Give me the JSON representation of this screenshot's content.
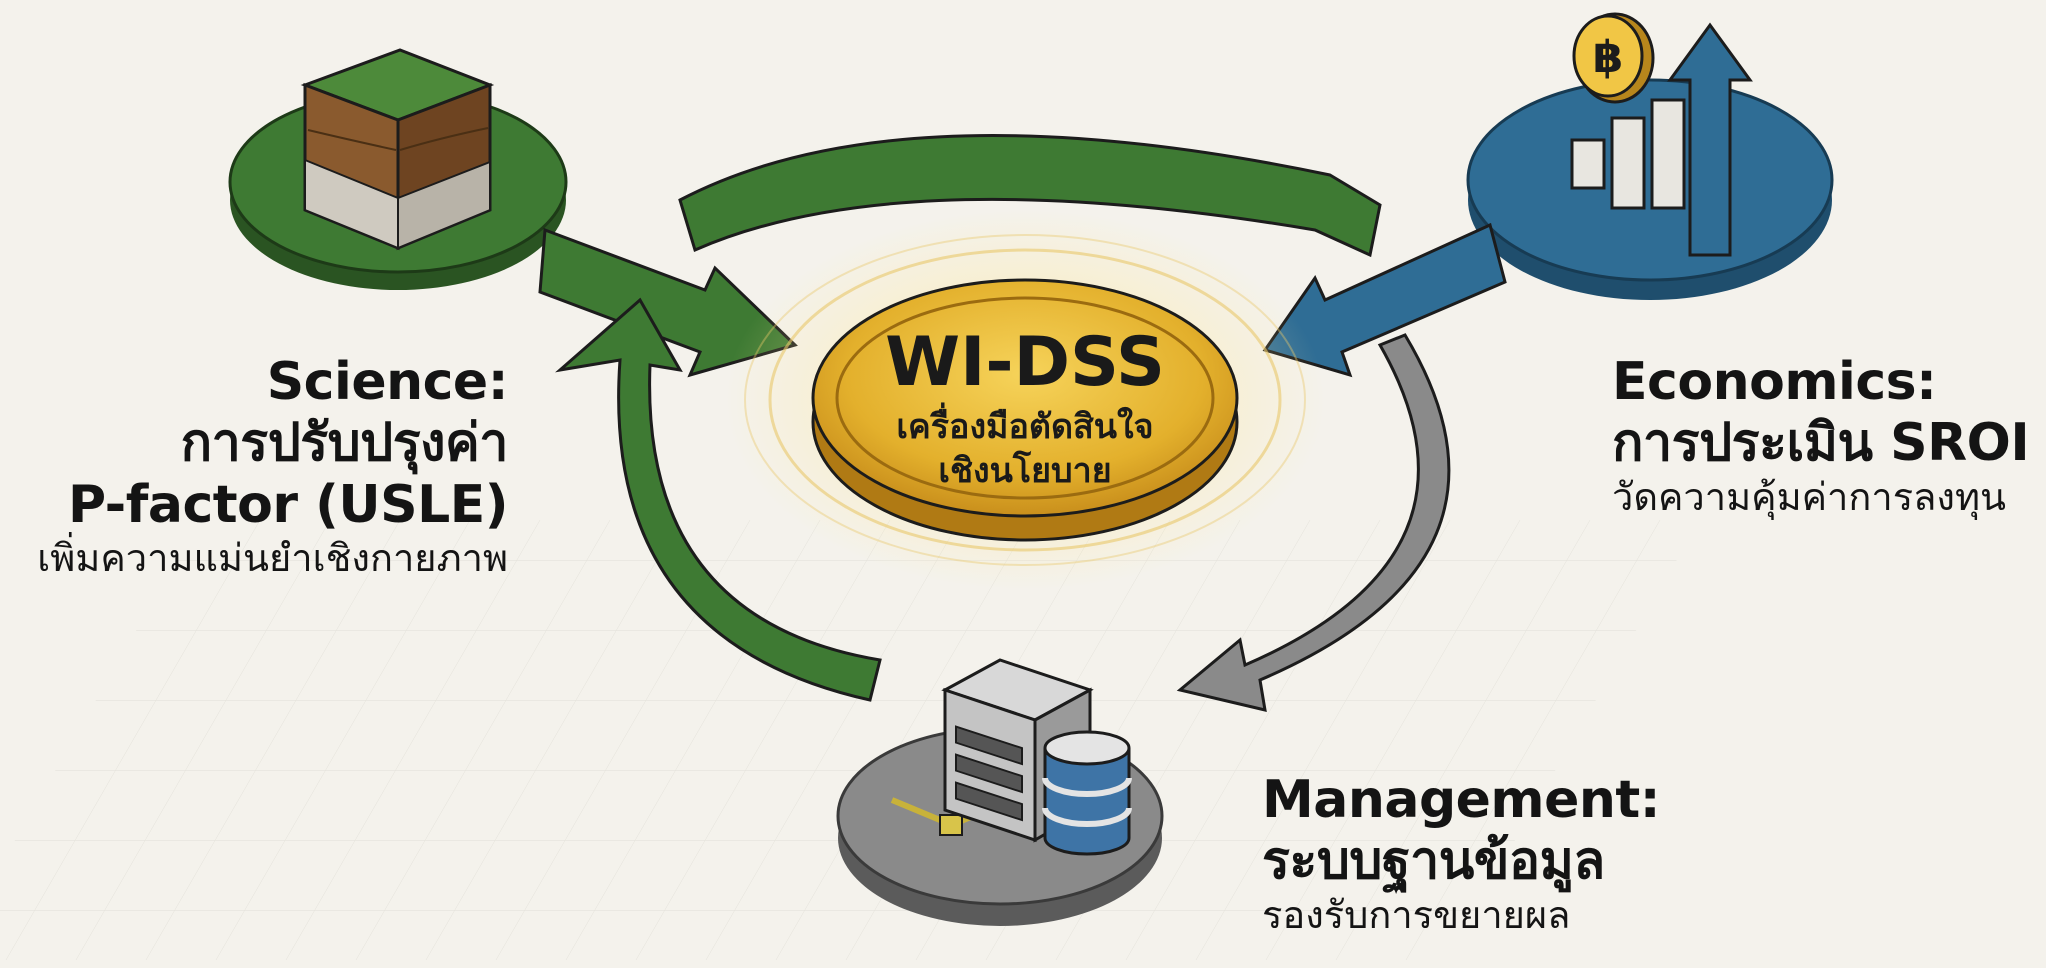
{
  "center": {
    "title": "WI-DSS",
    "subtitle_line1": "เครื่องมือตัดสินใจ",
    "subtitle_line2": "เชิงนโยบาย",
    "color": "#e3b02c"
  },
  "nodes": {
    "science": {
      "heading": "Science:",
      "line1": "การปรับปรุงค่า",
      "line2": "P-factor (USLE)",
      "line3": "เพิ่มความแม่นยำเชิงกายภาพ",
      "icon": "soil-cube-icon",
      "color": "#3e7a33"
    },
    "economics": {
      "heading": "Economics:",
      "line1": "การประเมิน SROI",
      "line2": "วัดความคุ้มค่าการลงทุน",
      "icon": "baht-growth-chart-icon",
      "coin_symbol": "฿",
      "color": "#2f6d95"
    },
    "management": {
      "heading": "Management:",
      "line1": "ระบบฐานข้อมูล",
      "line2": "รองรับการขยายผล",
      "icon": "server-database-icon",
      "color": "#808080"
    }
  }
}
